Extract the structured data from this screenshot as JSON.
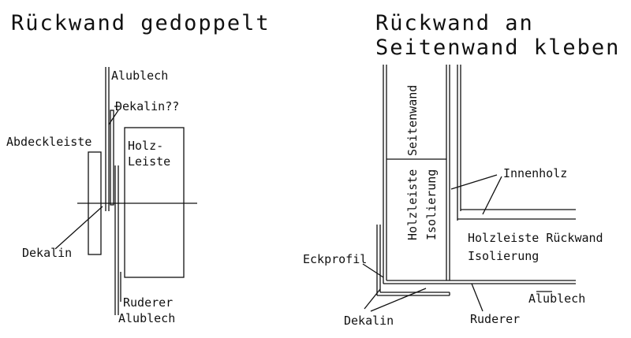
{
  "left_diagram": {
    "title": "Rückwand gedoppelt",
    "labels": {
      "alublech_top": "Alublech",
      "dekalin_q": "Dekalin??",
      "abdeckleiste": "Abdeckleiste",
      "holz": "Holz-",
      "leiste": "Leiste",
      "dekalin": "Dekalin",
      "ruderer": "Ruderer",
      "alublech_bottom": "Alublech"
    }
  },
  "right_diagram": {
    "title_line1": "Rückwand an",
    "title_line2": "Seitenwand kleben",
    "labels": {
      "seitenwand": "Seitenwand",
      "holzleiste": "Holzleiste",
      "isolierung_v": "Isolierung",
      "innenholz": "Innenholz",
      "holzleiste_rueckwand": "Holzleiste Rückwand",
      "isolierung_h": "Isolierung",
      "eckprofil": "Eckprofil",
      "alublech": "Alublech",
      "dekalin": "Dekalin",
      "ruderer": "Ruderer"
    }
  }
}
